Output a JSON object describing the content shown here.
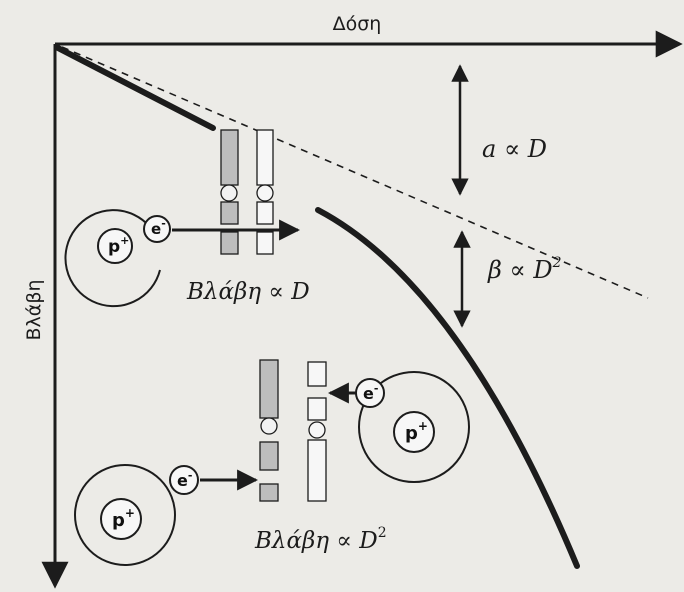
{
  "axes": {
    "x_title": "Δόση",
    "y_title": "Βλάβη"
  },
  "annotations": {
    "alpha_relation": "a ∝ D",
    "beta_relation_base": "β ∝ D",
    "beta_relation_exp": "2",
    "damage_linear": "Βλάβη ∝ D",
    "damage_quadratic_base": "Βλάβη ∝ D",
    "damage_quadratic_exp": "2"
  },
  "atoms": {
    "nucleus_label": "p",
    "nucleus_charge": "+",
    "electron_label": "e",
    "electron_charge": "-"
  },
  "colors": {
    "ink": "#1c1c1c",
    "paper": "#ecebe7",
    "shaded_segment": "#bdbdbd"
  }
}
